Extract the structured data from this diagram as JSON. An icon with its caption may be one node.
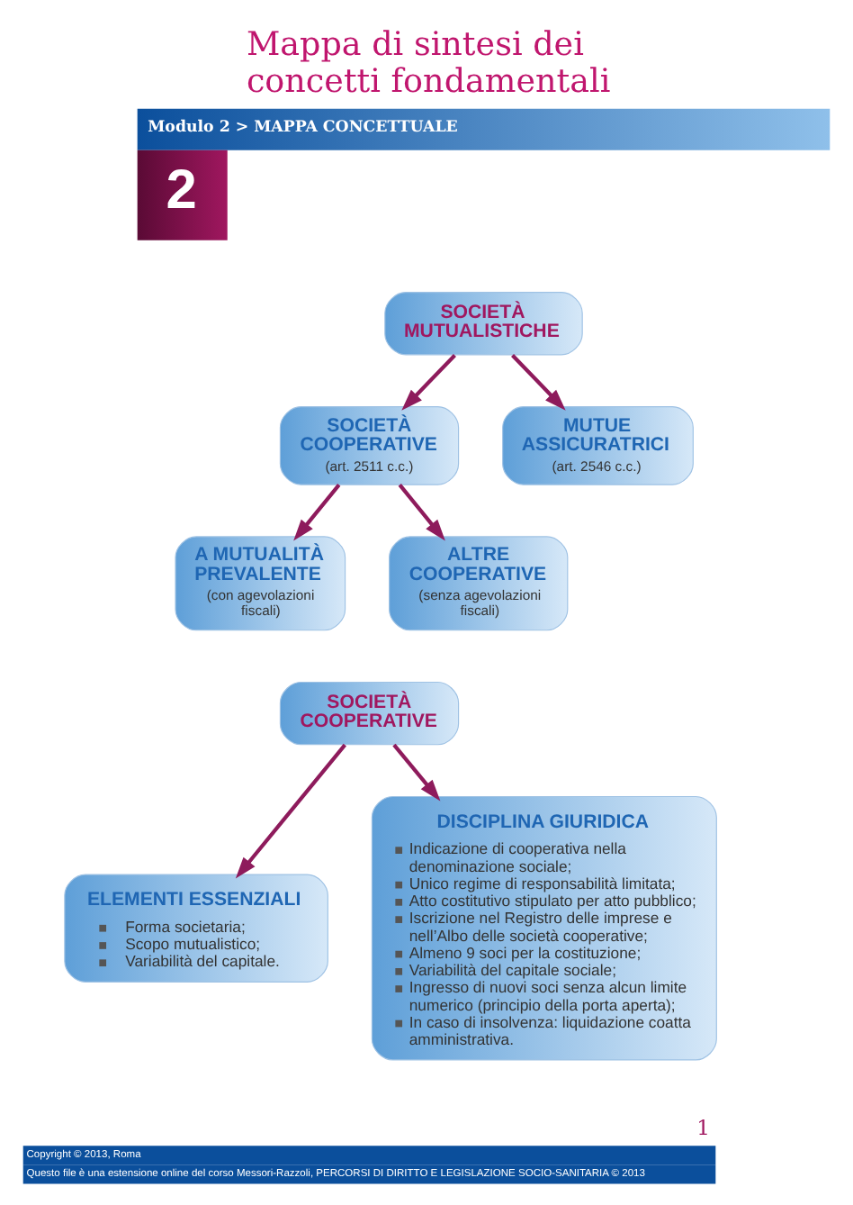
{
  "diagram": {
    "title": "Mappa di sintesi dei concetti fondamentali",
    "nodes": [
      {
        "text": [
          "SOCIETÀ MUTUALISTICHE"
        ]
      },
      {
        "text": [
          "SOCIETÀ COOPERATIVE",
          "(art. 2511 c.c.)"
        ]
      },
      {
        "text": [
          "MUTUE ASSICURATRICI",
          "(art. 2546 c.c.)"
        ]
      },
      {
        "text": [
          "A MUTUALITÀ PREVALENTE",
          "(con agevolazioni fiscali)"
        ]
      },
      {
        "text": [
          "ALTRE COOPERATIVE",
          "(senza agevolazioni fiscali)"
        ]
      },
      {
        "text": [
          "SOCIETÀ COOPERATIVE"
        ]
      },
      {
        "text": [
          "ELEMENTI ESSENZIALI",
          "Forma societaria;",
          "Scopo mutualistico;",
          "Variabilità del capitale."
        ]
      },
      {
        "text": [
          "DISCIPLINA GIURIDICA",
          "Indicazione di cooperativa nella denominazione sociale;",
          "Unico regime di responsabilità limitata;",
          "Atto costitutivo stipulato per atto pubblico;",
          "Iscrizione nel Registro delle imprese e nell’Albo delle società cooperative;",
          "Almeno 9 soci per la costituzione;",
          "Variabilità del capitale sociale;",
          "Ingresso di nuovi soci senza alcun limite numerico (principio della porta aperta);",
          "In caso di insolvenza: liquidazione coatta amministrativa."
        ]
      }
    ],
    "edges": [
      {
        "from": 0,
        "to": 1,
        "arrow": "to"
      },
      {
        "from": 0,
        "to": 2,
        "arrow": "to"
      },
      {
        "from": 1,
        "to": 3,
        "arrow": "to"
      },
      {
        "from": 1,
        "to": 4,
        "arrow": "to"
      },
      {
        "from": 5,
        "to": 6,
        "arrow": "to"
      },
      {
        "from": 5,
        "to": 7,
        "arrow": "to"
      }
    ],
    "labels": [
      "Modulo 2 > MAPPA CONCETTUALE",
      "2",
      "1",
      "Copyright © 2013, Roma",
      "Questo file è una estensione online del corso Messori-Razzoli, PERCORSI DI DIRITTO E LEGISLAZIONE SOCIO-SANITARIA © 2013"
    ]
  }
}
